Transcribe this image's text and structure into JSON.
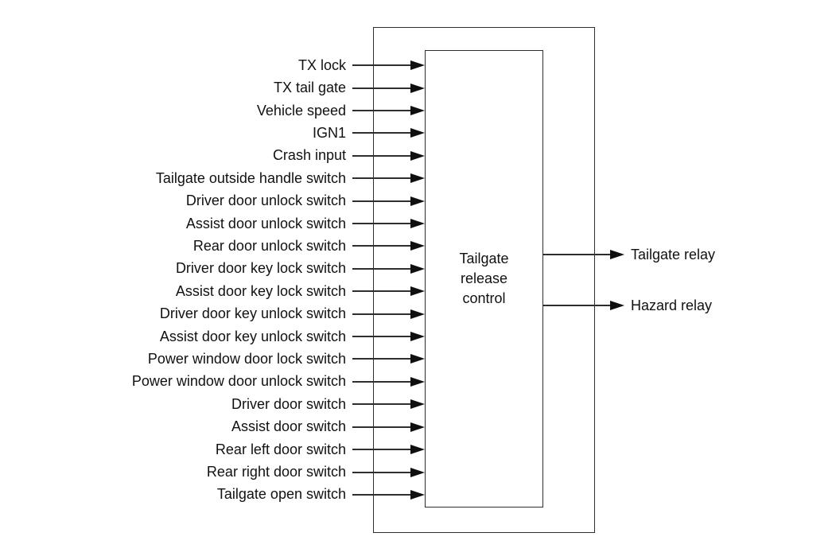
{
  "diagram": {
    "block": {
      "title": "Tailgate release control",
      "title_lines": [
        "Tailgate",
        "release",
        "control"
      ]
    },
    "inputs": [
      "TX lock",
      "TX tail gate",
      "Vehicle speed",
      "IGN1",
      "Crash input",
      "Tailgate outside handle switch",
      "Driver door unlock switch",
      "Assist door unlock switch",
      "Rear door unlock switch",
      "Driver door key lock switch",
      "Assist door key lock switch",
      "Driver door key unlock switch",
      "Assist door key unlock switch",
      "Power window door lock switch",
      "Power window door unlock switch",
      "Driver door switch",
      "Assist door switch",
      "Rear left door switch",
      "Rear right door switch",
      "Tailgate open switch"
    ],
    "outputs": [
      "Tailgate relay",
      "Hazard relay"
    ],
    "colors": {
      "line": "#2e2e2e",
      "arrowhead": "#0f0f0f",
      "text": "#111111",
      "background": "#ffffff"
    }
  }
}
